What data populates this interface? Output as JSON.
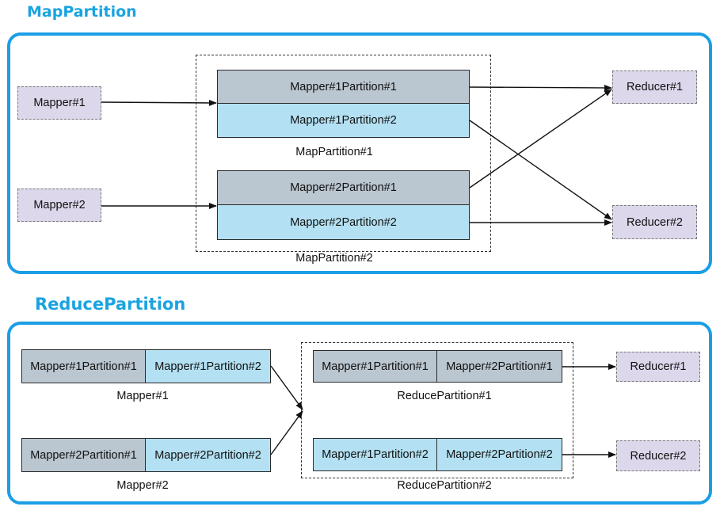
{
  "map_section": {
    "heading": "MapPartition",
    "mappers": [
      "Mapper#1",
      "Mapper#2"
    ],
    "partitions_1": [
      "Mapper#1Partition#1",
      "Mapper#1Partition#2"
    ],
    "partitions_2": [
      "Mapper#2Partition#1",
      "Mapper#2Partition#2"
    ],
    "group_labels": [
      "MapPartition#1",
      "MapPartition#2"
    ],
    "reducers": [
      "Reducer#1",
      "Reducer#2"
    ]
  },
  "reduce_section": {
    "heading": "ReducePartition",
    "mapper_1_parts": [
      "Mapper#1Partition#1",
      "Mapper#1Partition#2"
    ],
    "mapper_2_parts": [
      "Mapper#2Partition#1",
      "Mapper#2Partition#2"
    ],
    "mapper_labels": [
      "Mapper#1",
      "Mapper#2"
    ],
    "reduce_partition_1": [
      "Mapper#1Partition#1",
      "Mapper#2Partition#1"
    ],
    "reduce_partition_2": [
      "Mapper#1Partition#2",
      "Mapper#2Partition#2"
    ],
    "group_labels": [
      "ReducePartition#1",
      "ReducePartition#2"
    ],
    "reducers": [
      "Reducer#1",
      "Reducer#2"
    ]
  }
}
